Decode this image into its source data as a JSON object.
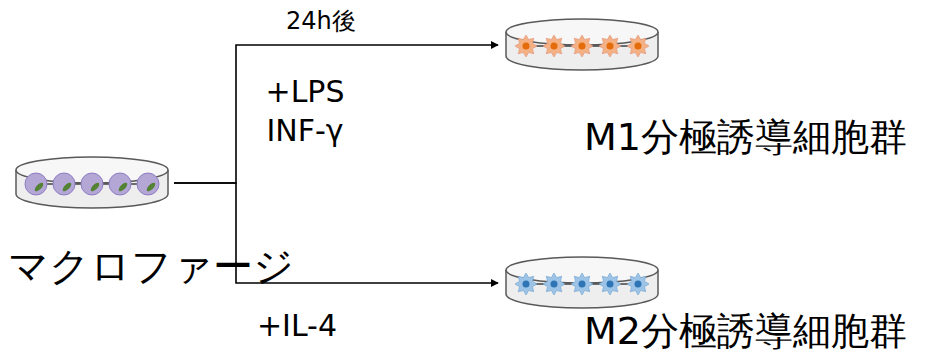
{
  "diagram": {
    "nodes": [
      {
        "text": [
          "マクロファージ"
        ]
      },
      {
        "text": [
          "M1分極誘導細胞群"
        ]
      },
      {
        "text": [
          "M2分極誘導細胞群"
        ]
      }
    ],
    "edges": [
      {
        "from": 0,
        "to": 1,
        "label": "+LPS INF-γ",
        "arrow": "to"
      },
      {
        "from": 0,
        "to": 2,
        "label": "+IL-4",
        "arrow": "to"
      }
    ],
    "labels": [
      "24h後"
    ]
  }
}
